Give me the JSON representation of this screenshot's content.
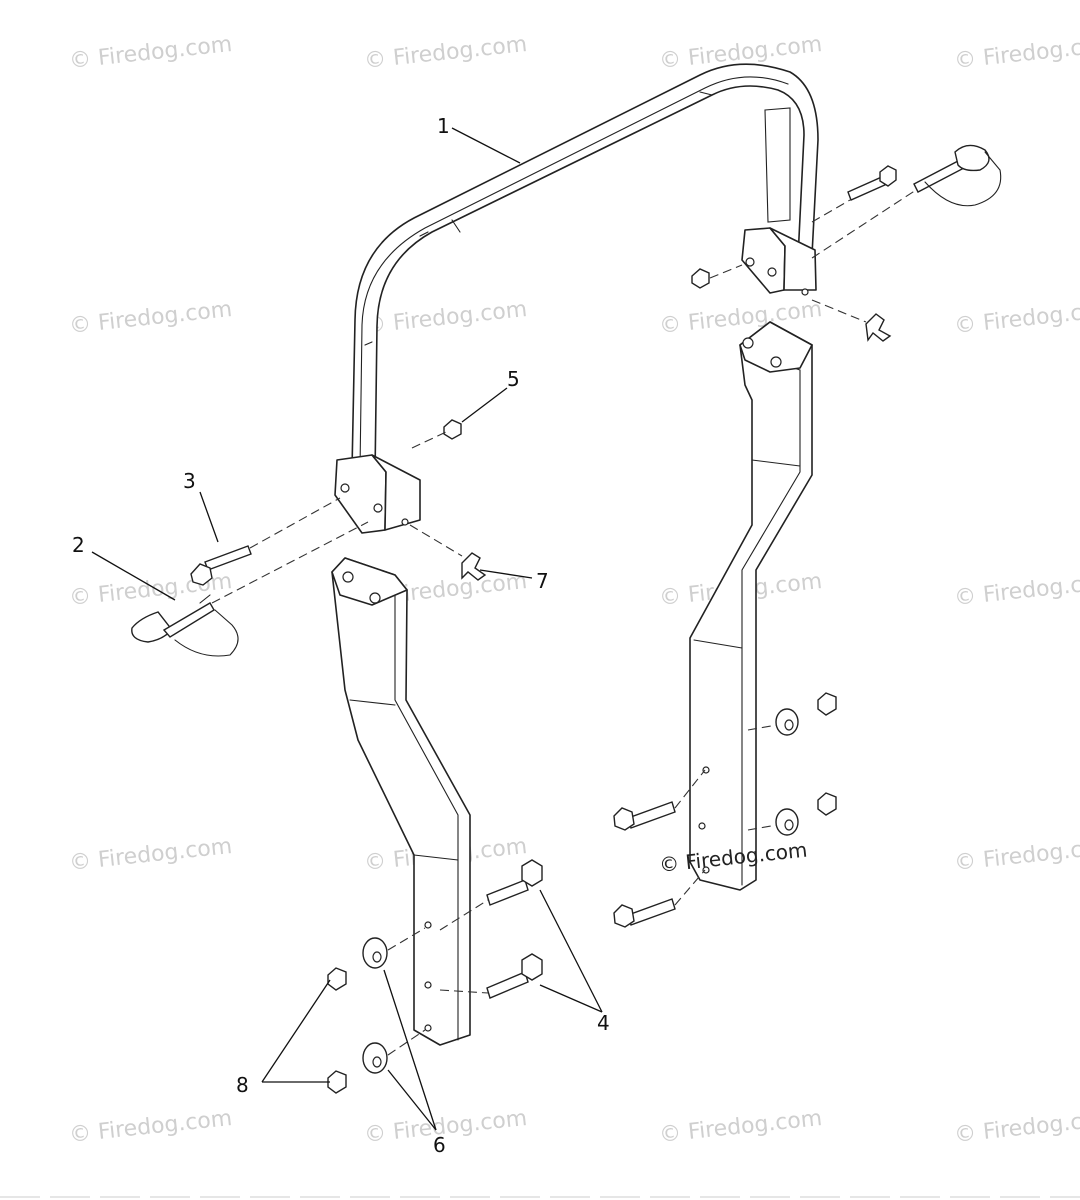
{
  "watermark": {
    "text": "© Firedog.com",
    "bold_text": "© Firedog.com"
  },
  "callouts": [
    "1",
    "2",
    "3",
    "4",
    "5",
    "6",
    "7",
    "8"
  ],
  "colors": {
    "line": "#222222",
    "watermark": "#cfcfcf",
    "background": "#ffffff"
  }
}
